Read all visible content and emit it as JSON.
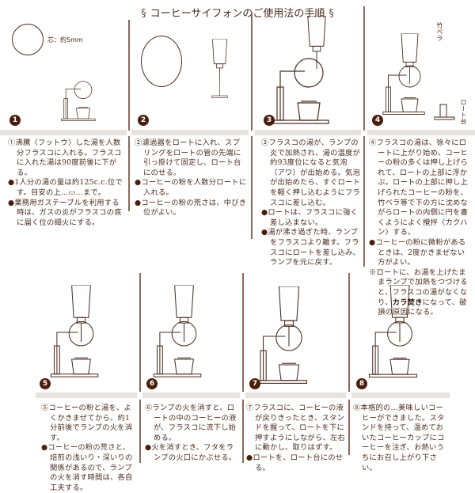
{
  "header": {
    "title": "コーヒーサイフォンのご使用法の手順",
    "symbol": "§"
  },
  "labels": {
    "wick": "芯：約5mm",
    "spatula": "竹ベラ",
    "funnel_stand": "ロート台"
  },
  "steps": [
    {
      "num": "1",
      "main": "①沸騰〈フットウ〉した湯を人数分フラスコに入れる。フラスコに入れた湯は90度前後に下がる。",
      "bullets": [
        "1人分の湯の量は約125c.c.位です。目安の上…▭…まで。",
        "業務用ガステーブルを利用する時は、ガスの炎がフラスコの底に届く位の細火にする。"
      ]
    },
    {
      "num": "2",
      "main": "②濾過器をロートに入れ、スプリングをロートの管の先端に引っ掛けて固定し、ロート台にのせる。",
      "bullets": [
        "コーヒーの粉を人数分ロートに入れる。",
        "コーヒーの粉の荒さは、中びき位がよい。"
      ]
    },
    {
      "num": "3",
      "main": "③フラスコの湯が、ランプの炎で加熱され、湯の温度が約93度位になると気泡（アワ）が出始める。気泡が出始めたら、すぐロートを軽く押し込むようにフラスコに差し込む。",
      "bullets": [
        "ロートは、フラスコに強く差し込まない。",
        "湯が沸き過ぎた時、ランプをフラスコより離す。フラスコにロートを差し込み、ランプを元に戻す。"
      ]
    },
    {
      "num": "4",
      "main": "④フラスコの湯は、徐々にロートに上がり始め、コーヒーの粉の多くは押し上げられて、ロートの上部に浮かぶ。ロートの上部に押し上げられたコーヒーの粉を、竹ベラ等で下の方に沈めながらロートの内側に円を書くようによく攪拌〈カクハン〉する。",
      "bullets": [
        "コーヒーの粉に微粉があるときは、2度かきまぜない方がよい。"
      ],
      "note": {
        "before": "※ロートに、お湯を上げたままランプで加熱をつづけると、フラスコの湯がなくなり、",
        "bold": "カラ焚き",
        "after": "になって、破損の原因になる。"
      }
    },
    {
      "num": "5",
      "main": "⑤コーヒーの粉と湯を、よくかきまぜてから、約1分前後でランプの火を消す。",
      "bullets": [
        "コーヒーの粉の荒さと、焙煎の浅いり・深いりの関係があるので、ランプの火を消す時間は、各自工夫する。"
      ]
    },
    {
      "num": "6",
      "main": "⑥ランプの火を消すと、ロートの中のコーヒーの液が、フラスコに流下し始める。",
      "bullets": [
        "火を消すとき、フタをランプの火口にかぶせる。"
      ]
    },
    {
      "num": "7",
      "main": "⑦フラスコに、コーヒーの液が戻りきったとき、スタンドを握って、ロートを下に押すようにしながら、左右に動かし、取りはずす。",
      "bullets": [
        "ロートを、ロート台にのせる。"
      ]
    },
    {
      "num": "8",
      "main": "⑧本格的の…美味しいコーヒーができました。スタンドを持って、温めておいたコーヒーカップにコーヒーを注ぎ、お熱いうちにお召し上がり下さい。",
      "bullets": []
    }
  ]
}
